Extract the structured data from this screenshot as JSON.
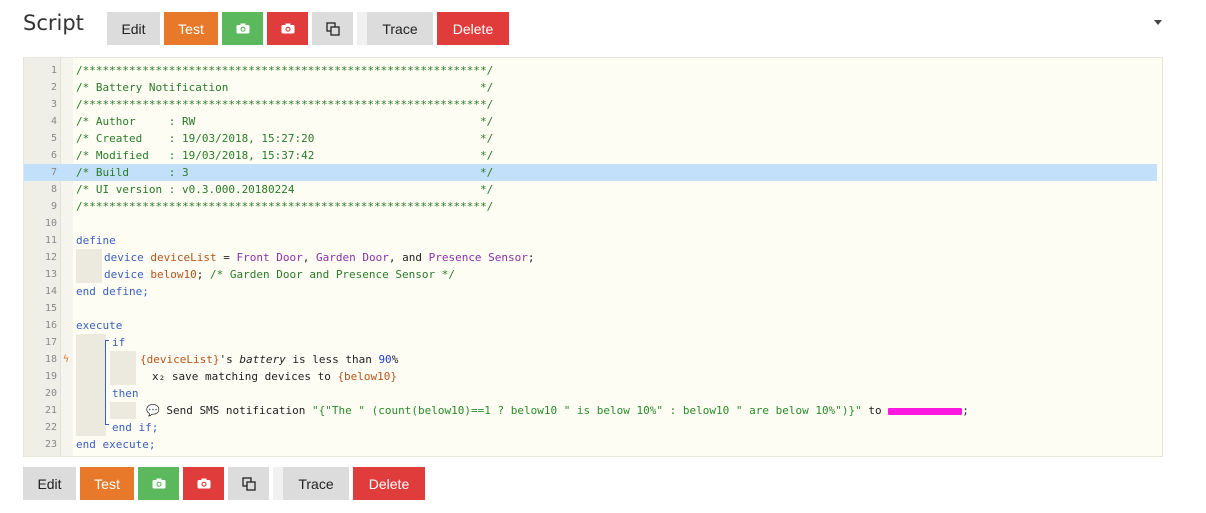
{
  "page": {
    "title": "Script"
  },
  "toolbar": {
    "edit_label": "Edit",
    "test_label": "Test",
    "trace_label": "Trace",
    "delete_label": "Delete",
    "icons": [
      "camera-icon",
      "camera-icon",
      "copy-icon"
    ]
  },
  "colors": {
    "test": "#e9792a",
    "snapshot": "#5cb85c",
    "delete": "#e03c3c",
    "highlight": "#c3e0fa",
    "redacted": "#ff18e0"
  },
  "editor": {
    "highlighted_line": 7,
    "lines": {
      "l1": "/*************************************************************/",
      "l2": "/* Battery Notification                                      */",
      "l3": "/*************************************************************/",
      "l4": "/* Author     : RW                                           */",
      "l5": "/* Created    : 19/03/2018, 15:27:20                         */",
      "l6": "/* Modified   : 19/03/2018, 15:37:42                         */",
      "l7": "/* Build      : 3                                            */",
      "l8": "/* UI version : v0.3.000.20180224                            */",
      "l9": "/*************************************************************/",
      "l11": "define",
      "l12": {
        "kw": "device",
        "var": "deviceList",
        "eq": " = ",
        "dev1": "Front Door",
        "sep1": ", ",
        "dev2": "Garden Door",
        "sep2": ", and ",
        "dev3": "Presence Sensor",
        "end": ";"
      },
      "l13": {
        "kw": "device",
        "var": "below10",
        "end": ";",
        "comment": "/* Garden Door and Presence Sensor */"
      },
      "l14": "end define;",
      "l16": "execute",
      "l17": "if",
      "l18": {
        "var": "{deviceList}",
        "poss": "'s ",
        "attr": "battery",
        "cmp": " is less than ",
        "num": "90",
        "unit": "%"
      },
      "l19": {
        "icon": "x₂",
        "text": " save matching devices to ",
        "var": "{below10}"
      },
      "l20": "then",
      "l21": {
        "icon": "💬",
        "text": " Send SMS notification ",
        "str": "\"{\"The \" (count(below10)==1 ? below10 \" is below 10%\" : below10 \" are below 10%\")}\"",
        "to": " to ",
        "end": ";"
      },
      "l22": "end if;",
      "l23": "end execute;"
    }
  }
}
